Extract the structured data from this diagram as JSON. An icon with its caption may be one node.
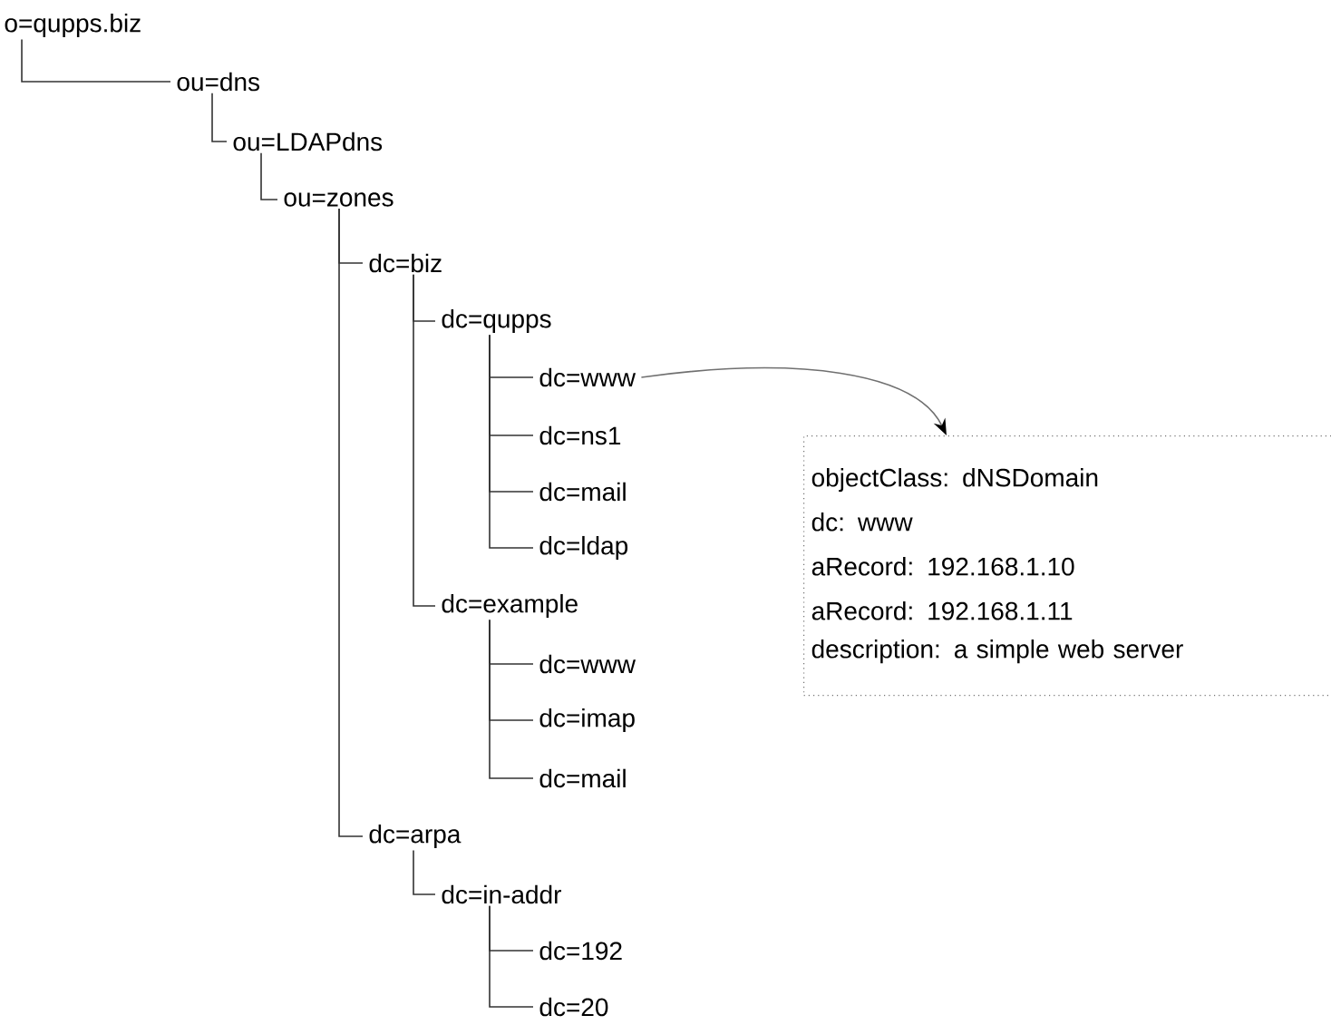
{
  "diagram": {
    "nodes": [
      {
        "text": [
          "o=qupps.biz"
        ]
      },
      {
        "text": [
          "ou=dns"
        ]
      },
      {
        "text": [
          "ou=LDAPdns"
        ]
      },
      {
        "text": [
          "ou=zones"
        ]
      },
      {
        "text": [
          "dc=biz"
        ]
      },
      {
        "text": [
          "dc=qupps"
        ]
      },
      {
        "text": [
          "dc=www"
        ]
      },
      {
        "text": [
          "dc=ns1"
        ]
      },
      {
        "text": [
          "dc=mail"
        ]
      },
      {
        "text": [
          "dc=ldap"
        ]
      },
      {
        "text": [
          "dc=example"
        ]
      },
      {
        "text": [
          "dc=www"
        ]
      },
      {
        "text": [
          "dc=imap"
        ]
      },
      {
        "text": [
          "dc=mail"
        ]
      },
      {
        "text": [
          "dc=arpa"
        ]
      },
      {
        "text": [
          "dc=in-addr"
        ]
      },
      {
        "text": [
          "dc=192"
        ]
      },
      {
        "text": [
          "dc=20"
        ]
      },
      {
        "text": [
          "objectClass: dNSDomain",
          "dc: www",
          "aRecord: 192.168.1.10",
          "aRecord: 192.168.1.11",
          "description: a simple web server"
        ]
      }
    ],
    "edges": [
      {
        "from": 0,
        "to": 1,
        "arrow": "none"
      },
      {
        "from": 1,
        "to": 2,
        "arrow": "none"
      },
      {
        "from": 2,
        "to": 3,
        "arrow": "none"
      },
      {
        "from": 3,
        "to": 4,
        "arrow": "none"
      },
      {
        "from": 4,
        "to": 5,
        "arrow": "none"
      },
      {
        "from": 5,
        "to": 6,
        "arrow": "none"
      },
      {
        "from": 5,
        "to": 7,
        "arrow": "none"
      },
      {
        "from": 5,
        "to": 8,
        "arrow": "none"
      },
      {
        "from": 5,
        "to": 9,
        "arrow": "none"
      },
      {
        "from": 4,
        "to": 10,
        "arrow": "none"
      },
      {
        "from": 10,
        "to": 11,
        "arrow": "none"
      },
      {
        "from": 10,
        "to": 12,
        "arrow": "none"
      },
      {
        "from": 10,
        "to": 13,
        "arrow": "none"
      },
      {
        "from": 3,
        "to": 14,
        "arrow": "none"
      },
      {
        "from": 14,
        "to": 15,
        "arrow": "none"
      },
      {
        "from": 15,
        "to": 16,
        "arrow": "none"
      },
      {
        "from": 15,
        "to": 17,
        "arrow": "none"
      },
      {
        "from": 6,
        "to": 18,
        "arrow": "to",
        "color": "#707070"
      }
    ]
  }
}
